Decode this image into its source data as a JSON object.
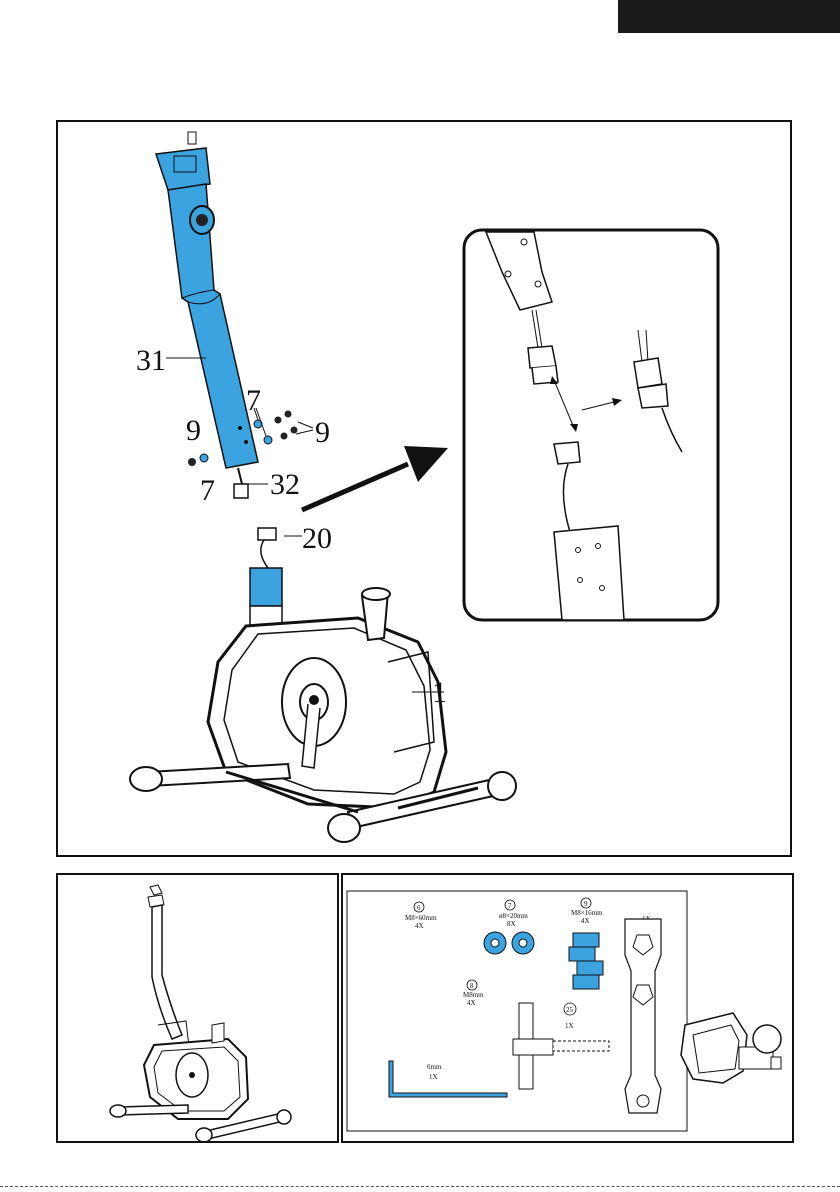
{
  "main": {
    "callouts": {
      "seat_post": "31",
      "bolt_top": "9",
      "washer_top": "7",
      "bolt_left": "9",
      "washer_left": "7",
      "cable_upper": "32",
      "cable_lower": "20",
      "frame": "1"
    }
  },
  "hardware": {
    "items": [
      {
        "ref": "6",
        "size": "M8×60mm",
        "qty": "4X"
      },
      {
        "ref": "7",
        "size": "ø8×20mm",
        "qty": "8X"
      },
      {
        "ref": "9",
        "size": "M8×16mm",
        "qty": "4X"
      },
      {
        "ref": "8",
        "size": "M8mm",
        "qty": "4X"
      },
      {
        "ref": "25",
        "size": "",
        "qty": "1X"
      },
      {
        "ref": "",
        "size": "6mm",
        "qty": "1X"
      },
      {
        "ref": "",
        "size": "",
        "qty": "1X"
      }
    ]
  },
  "colors": {
    "part_highlight": "#3ba3e0",
    "line": "#111111",
    "tab": "#1a1a1a"
  }
}
